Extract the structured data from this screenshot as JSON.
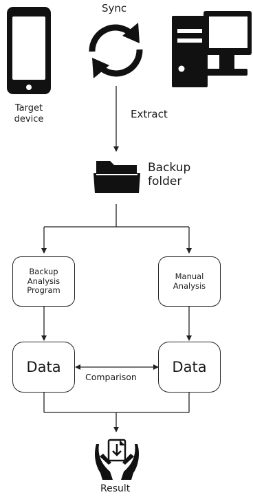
{
  "devices": {
    "target_label": "Target\ndevice",
    "sync_label": "Sync",
    "computer_icon": "desktop-computer-icon",
    "phone_icon": "smartphone-icon",
    "sync_icon": "sync-arrows-icon"
  },
  "extract_label": "Extract",
  "backup": {
    "label": "Backup\nfolder",
    "icon": "folder-icon"
  },
  "analysis": {
    "program_label": "Backup\nAnalysis\nProgram",
    "manual_label": "Manual\nAnalysis"
  },
  "data": {
    "left_label": "Data",
    "right_label": "Data",
    "comparison_label": "Comparison"
  },
  "result": {
    "label": "Result",
    "icon": "hands-document-icon"
  },
  "colors": {
    "ink": "#111111",
    "line": "#222222",
    "background": "#ffffff"
  }
}
